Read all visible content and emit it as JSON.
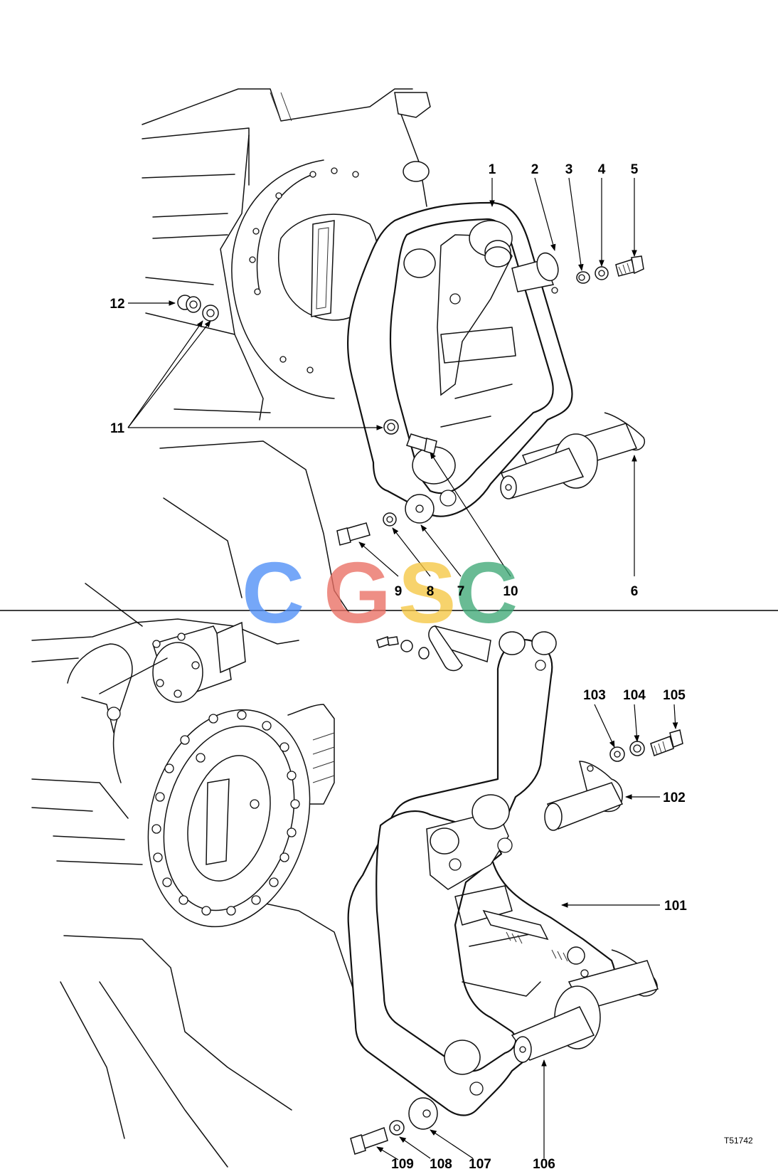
{
  "callouts_upper": [
    "1",
    "2",
    "3",
    "4",
    "5",
    "6",
    "7",
    "8",
    "9",
    "10",
    "11",
    "12"
  ],
  "callouts_lower": [
    "101",
    "102",
    "103",
    "104",
    "105",
    "106",
    "107",
    "108",
    "109"
  ],
  "drawing_ref": "T51742",
  "watermark": {
    "letters": [
      "C",
      "G",
      "S",
      "C"
    ],
    "colors": [
      "#4f8ff7",
      "#ea6f63",
      "#f6c744",
      "#3fa877"
    ]
  },
  "line_color": "#111111",
  "icons": [
    "bolt-icon",
    "washer-icon",
    "pin-icon",
    "bracket-icon",
    "bushing-icon"
  ]
}
